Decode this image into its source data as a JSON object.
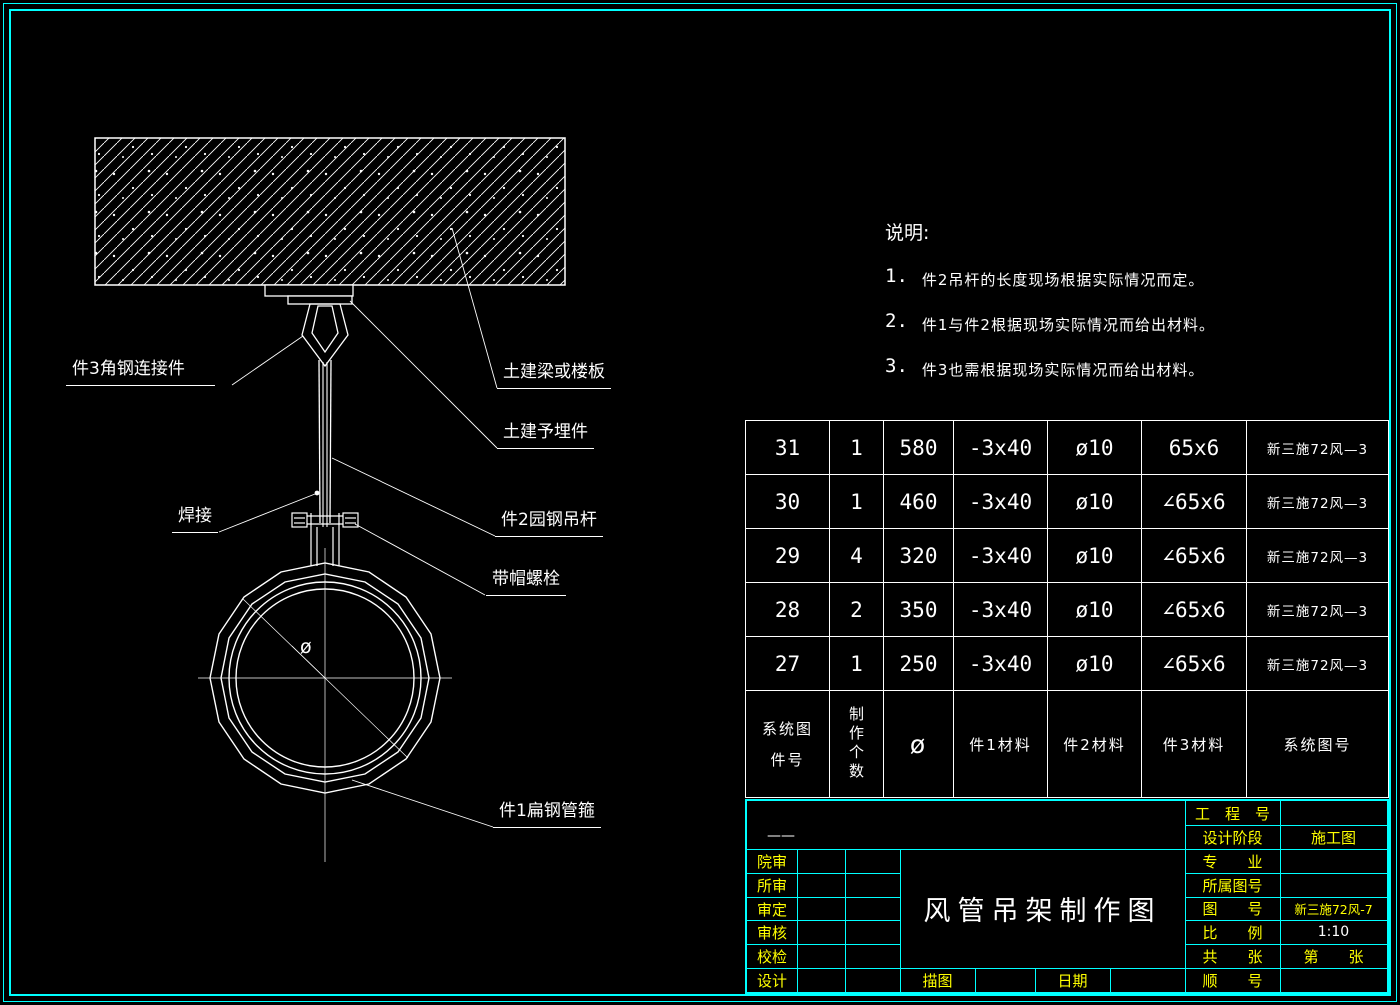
{
  "drawing": {
    "labels": {
      "part3": "件3角钢连接件",
      "beam": "土建梁或楼板",
      "embed": "土建予埋件",
      "weld": "焊接",
      "part2": "件2园钢吊杆",
      "bolt": "带帽螺栓",
      "part1": "件1扁钢管箍",
      "diameter": "ø"
    }
  },
  "notes": {
    "title": "说明:",
    "items": [
      {
        "num": "1.",
        "text": "件2吊杆的长度现场根据实际情况而定。"
      },
      {
        "num": "2.",
        "text": "件1与件2根据现场实际情况而给出材料。"
      },
      {
        "num": "3.",
        "text": "件3也需根据现场实际情况而给出材料。"
      }
    ]
  },
  "table": {
    "rows": [
      [
        "31",
        "1",
        "580",
        "-3x40",
        "ø10",
        "65x6",
        "新三施72风—3"
      ],
      [
        "30",
        "1",
        "460",
        "-3x40",
        "ø10",
        "∠65x6",
        "新三施72风—3"
      ],
      [
        "29",
        "4",
        "320",
        "-3x40",
        "ø10",
        "∠65x6",
        "新三施72风—3"
      ],
      [
        "28",
        "2",
        "350",
        "-3x40",
        "ø10",
        "∠65x6",
        "新三施72风—3"
      ],
      [
        "27",
        "1",
        "250",
        "-3x40",
        "ø10",
        "∠65x6",
        "新三施72风—3"
      ]
    ],
    "header": {
      "col1a": "系统图",
      "col1b": "件号",
      "col2": "制作个数",
      "col3": "ø",
      "col4": "件1材料",
      "col5": "件2材料",
      "col6": "件3材料",
      "col7": "系统图号"
    }
  },
  "titleblock": {
    "dash": "——",
    "title": "风管吊架制作图",
    "left_rows": [
      "院审",
      "所审",
      "审定",
      "审核",
      "校检",
      "设计"
    ],
    "bottom": {
      "miaotu": "描图",
      "riqi": "日期"
    },
    "right_rows": [
      {
        "label": "工　程　号",
        "value": ""
      },
      {
        "label": "设计阶段",
        "value": "施工图"
      },
      {
        "label": "专　　业",
        "value": ""
      },
      {
        "label": "所属图号",
        "value": ""
      },
      {
        "label": "图　　号",
        "value": "新三施72风-7"
      },
      {
        "label": "比　　例",
        "value": "1:10"
      },
      {
        "label": "共　　张",
        "value": "第　　张"
      },
      {
        "label": "顺　　号",
        "value": ""
      }
    ]
  },
  "colors": {
    "frame": "#00ffff",
    "line": "#ffffff",
    "label_text": "#ffff00"
  }
}
